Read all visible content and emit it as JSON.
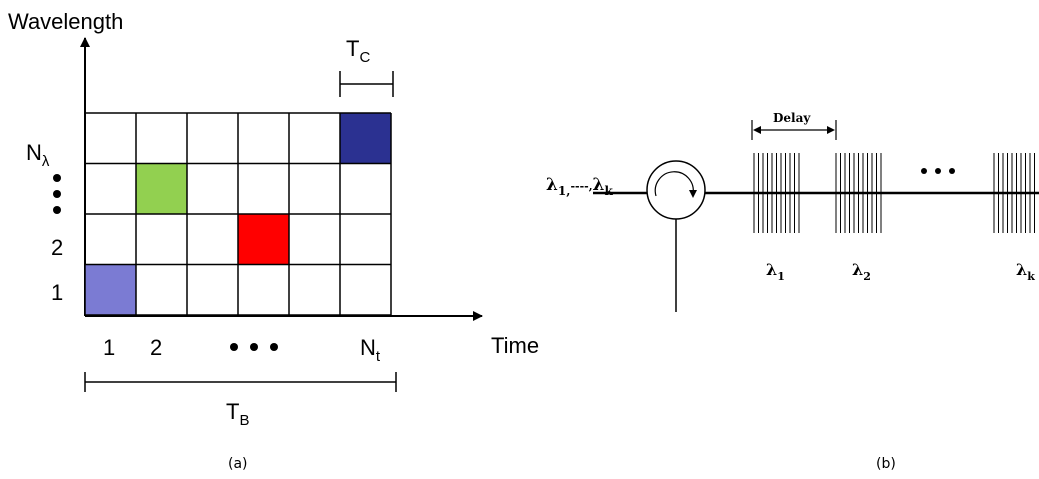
{
  "panel_a": {
    "y_axis_label": "Wavelength",
    "x_axis_label": "Time",
    "tc_label": "T",
    "tc_sub": "C",
    "tb_label": "T",
    "tb_sub": "B",
    "row_labels": {
      "top": "N",
      "top_sub": "λ",
      "r2": "2",
      "r1": "1",
      "ellipsis": "•••"
    },
    "col_labels": {
      "c1": "1",
      "c2": "2",
      "ellipsis": "• • •",
      "last": "N",
      "last_sub": "t"
    },
    "grid": {
      "rows": 4,
      "cols": 6
    },
    "filled_cells": [
      {
        "name": "cell-nlambda-col6",
        "row": 4,
        "col": 6,
        "color": "#2b3191"
      },
      {
        "name": "cell-row3-col2",
        "row": 3,
        "col": 2,
        "color": "#92d050"
      },
      {
        "name": "cell-row2-col4",
        "row": 2,
        "col": 4,
        "color": "#ff0000"
      },
      {
        "name": "cell-row1-col1",
        "row": 1,
        "col": 1,
        "color": "#7b7bd3"
      }
    ],
    "caption": "(a)"
  },
  "panel_b": {
    "input_label": "λ",
    "input_sub1": "1,",
    "input_dash": "----,",
    "input_sub2": "k",
    "delay_label": "Delay",
    "grating_labels": [
      {
        "sym": "λ",
        "sub": "1"
      },
      {
        "sym": "λ",
        "sub": "2"
      },
      {
        "sym": "λ",
        "sub": "k"
      }
    ],
    "ellipsis": "•••",
    "caption": "(b)"
  }
}
